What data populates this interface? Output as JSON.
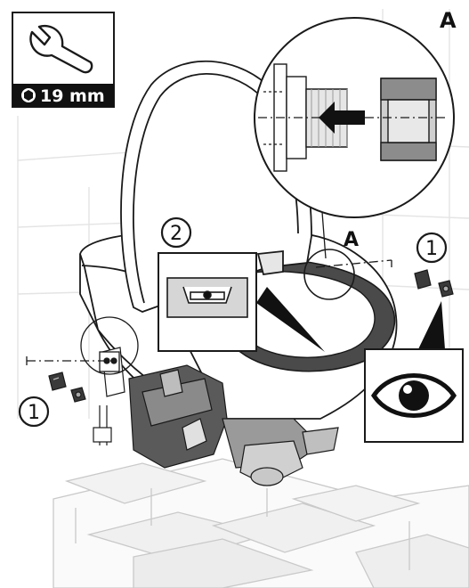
{
  "tool": {
    "icon": "wrench-icon",
    "size_label": "19 mm"
  },
  "callouts": {
    "detail_letter_top": "A",
    "detail_letter_seat": "A",
    "step_screws_right": "1",
    "step_screws_left": "1",
    "step_level": "2"
  },
  "icons": {
    "level": "spirit-level-icon",
    "eye": "eye-icon"
  },
  "colors": {
    "line": "#1a1a1a",
    "grey_fill": "#d6d6d6",
    "dark_fill": "#5a5a5a",
    "seat_ring": "#4a4a4a",
    "arrow": "#111111",
    "tile_line": "#e2e2e2"
  }
}
